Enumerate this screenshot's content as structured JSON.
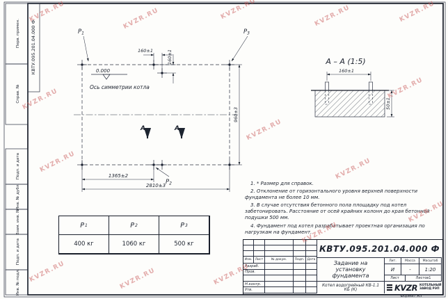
{
  "watermark": {
    "text": "KVZR.RU"
  },
  "corner_stamp": "КВТУ.095.201.04.000 Ф",
  "left_strip": {
    "items": [
      "Перв. примен.",
      "Справ. №",
      "Подп. и дата",
      "Инв. № дубл.",
      "Взам. инв. №",
      "Подп. и дата",
      "Инв. № подл."
    ]
  },
  "plan": {
    "p1": {
      "base": "P",
      "sub": "1"
    },
    "p2": {
      "base": "P",
      "sub": "2"
    },
    "p3": {
      "base": "P",
      "sub": "3"
    },
    "level": "0.000",
    "axis_label": "Ось симметрии котла",
    "section_letter_left": "A",
    "section_letter_right": "A",
    "dims": {
      "top_h": "160±1",
      "top_v": "160±1",
      "height": "960±3",
      "half_width": "1365±2",
      "width": "2810±3"
    }
  },
  "section": {
    "title": "А – А (1:5)",
    "dim_spacing": "160±1",
    "dim_height": "50±1"
  },
  "notes": [
    "1. * Размер для справок.",
    "2. Отклонение от горизонтального уровня верхней поверхности фундамента не более 10 мм.",
    "3. В случае отсутствия бетонного пола площадку под котел забетонировать. Расстояние от осей крайних колонн до края бетонной подушки 500 мм.",
    "4. Фундамент под котел разрабатывает проектная организация по нагрузкам на фундамент."
  ],
  "load_table": {
    "headers": [
      {
        "base": "P",
        "sub": "1"
      },
      {
        "base": "P",
        "sub": "2"
      },
      {
        "base": "P",
        "sub": "3"
      }
    ],
    "values": [
      "400 кг",
      "1060 кг",
      "500 кг"
    ]
  },
  "title_block": {
    "doc_number": "КВТУ.095.201.04.000  Ф",
    "header_cols": [
      "Изм.",
      "Лист",
      "№ докум.",
      "Подп.",
      "Дата"
    ],
    "roles": [
      "Разраб.",
      "Пров.",
      "",
      "Н.контр.",
      "Утв."
    ],
    "title": "Задание на установку фундамента",
    "subtitle": "Котел водогрейный КВ-1.1 КБ (К)",
    "lit_label": "Лит.",
    "mass_label": "Масса",
    "scale_label": "Масштаб",
    "lit_value": "И",
    "mass_value": "-",
    "scale_value": "1:20",
    "sheet_label": "Лист",
    "sheets_label": "Листов",
    "sheets_value": "1",
    "logo_text": "KVZR",
    "logo_caption_1": "КОТЕЛЬНЫЙ",
    "logo_caption_2": "ЗАВОД РЭП",
    "format_label": "Формат А3"
  }
}
